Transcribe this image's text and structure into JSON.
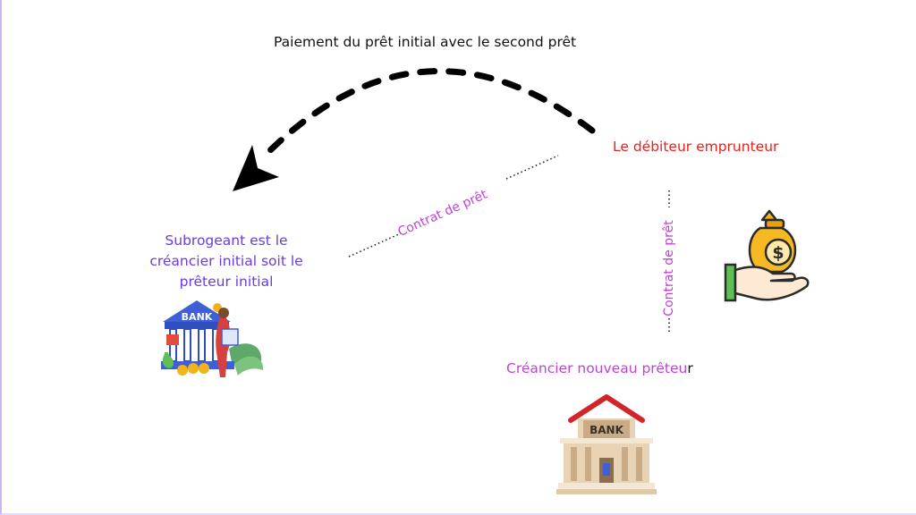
{
  "caption": {
    "payment": "Paiement du prêt initial avec le second prêt"
  },
  "debtor": {
    "label": "Le débiteur  emprunteur"
  },
  "subrogeant": {
    "label": "Subrogeant est le créancier initial soit le prêteur initial"
  },
  "new_lender": {
    "label_main": "Créancier  nouveau prêteu",
    "label_tail": "r"
  },
  "contracts": {
    "diagonal": "Contrat de prêt",
    "vertical": "Contrat de prêt"
  },
  "bank_signs": {
    "initial": "BANK",
    "new": "BANK"
  },
  "icons": {
    "arrow": "curved-dashed-arrow-icon",
    "money_bag": "money-bag-hand-icon",
    "bank_initial": "bank-illustration-icon",
    "bank_new": "bank-building-icon",
    "dollar": "dollar-sign-icon"
  },
  "colors": {
    "debtor": "#e8211c",
    "subrogeant": "#6a3ce0",
    "new_lender": "#c041d8",
    "contract": "#c041d8",
    "bank_roof": "#d3242a",
    "bank_blue": "#3f5fd6",
    "money_gold": "#f2b21c",
    "hand_green": "#5fbf55"
  }
}
